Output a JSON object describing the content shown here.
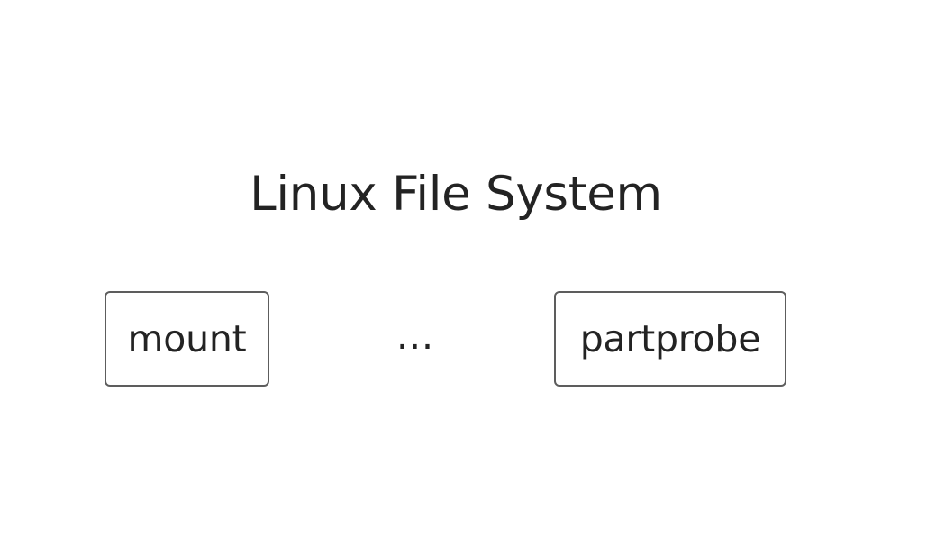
{
  "diagram": {
    "title": "Linux File System",
    "background_color": "#ffffff",
    "text_color": "#232323",
    "node_border_color": "#5d5d5d",
    "node_fill_color": "#ffffff",
    "nodes": [
      {
        "id": "mount",
        "label": "mount"
      },
      {
        "id": "partprobe",
        "label": "partprobe"
      }
    ],
    "separator": {
      "id": "ellipsis",
      "label": "..."
    }
  }
}
